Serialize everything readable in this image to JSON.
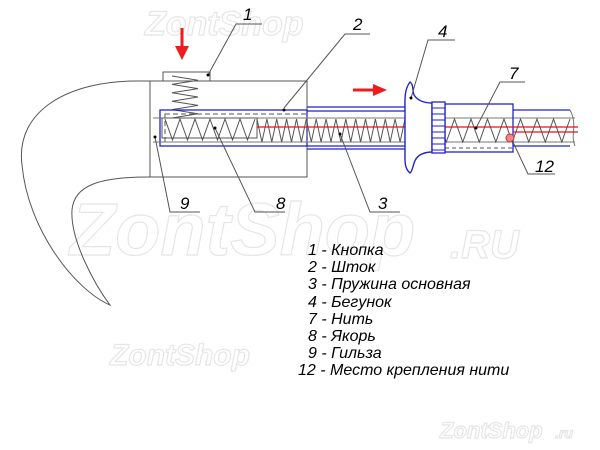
{
  "watermarks": {
    "big": "ZontShop",
    "big_suffix": ".RU",
    "top": "ZontShop",
    "mid": "ZontShop",
    "corner": "ZontShop",
    "corner_suffix": ".ru"
  },
  "callouts": [
    "1",
    "2",
    "3",
    "4",
    "7",
    "8",
    "9",
    "12"
  ],
  "legend": [
    {
      "num": "1",
      "text": "Кнопка"
    },
    {
      "num": "2",
      "text": "Шток"
    },
    {
      "num": "3",
      "text": "Пружина основная"
    },
    {
      "num": "4",
      "text": "Бегунок"
    },
    {
      "num": "7",
      "text": "Нить"
    },
    {
      "num": "8",
      "text": "Якорь"
    },
    {
      "num": "9",
      "text": "Гильза"
    },
    {
      "num": "12",
      "text": "Место крепления нити"
    }
  ],
  "colors": {
    "outline": "#555555",
    "blue": "#2222cc",
    "red": "#e31414",
    "arrow": "#ee1c1c"
  }
}
